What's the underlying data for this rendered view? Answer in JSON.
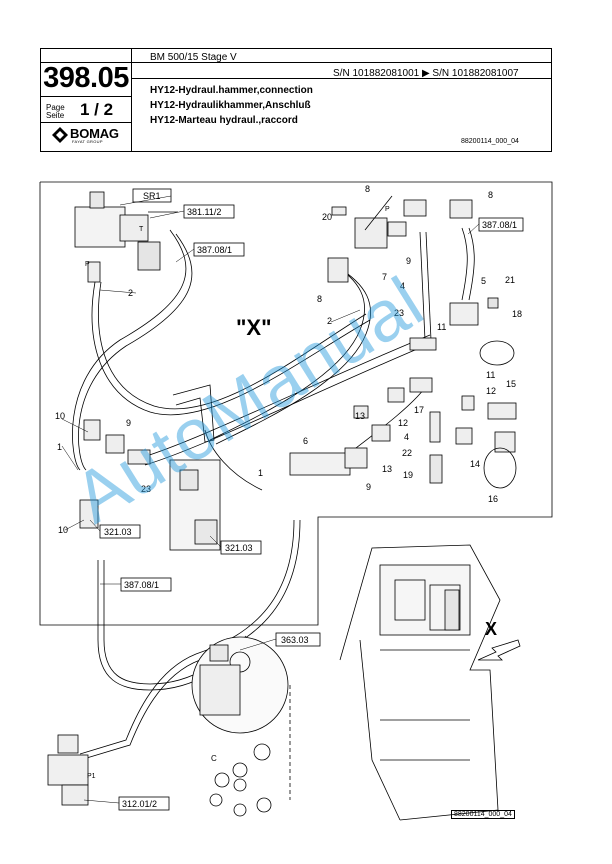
{
  "header": {
    "page_number": "398.05",
    "page_label": "Page\nSeite",
    "page_value": "1 / 2",
    "brand": "BOMAG",
    "brand_sub": "FAYAT GROUP",
    "model": "BM 500/15 Stage V",
    "serial": "S/N 101882081001  ▶  S/N 101882081007",
    "title_en": "HY12-Hydraul.hammer,connection",
    "title_de": "HY12-Hydraulikhammer,Anschluß",
    "title_fr": "HY12-Marteau hydraul.,raccord",
    "doc_ref": "88200114_000_04"
  },
  "diagram": {
    "detail_label": "\"X\"",
    "view_label": "X",
    "boxed_refs": [
      "SR1",
      "381.11/2",
      "387.08/1",
      "387.08/1",
      "321.03",
      "321.03",
      "387.08/1",
      "363.03",
      "312.01/2"
    ],
    "callouts": [
      "8",
      "20",
      "8",
      "P",
      "T",
      "P",
      "2",
      "7",
      "9",
      "8",
      "4",
      "5",
      "21",
      "18",
      "2",
      "23",
      "11",
      "11",
      "12",
      "15",
      "10",
      "9",
      "13",
      "12",
      "17",
      "1",
      "6",
      "4",
      "22",
      "14",
      "13",
      "19",
      "16",
      "1",
      "23",
      "9",
      "10",
      "P1",
      "C"
    ],
    "doc_ref_bottom": "88200114_000_04"
  },
  "watermark": "AutoManual"
}
